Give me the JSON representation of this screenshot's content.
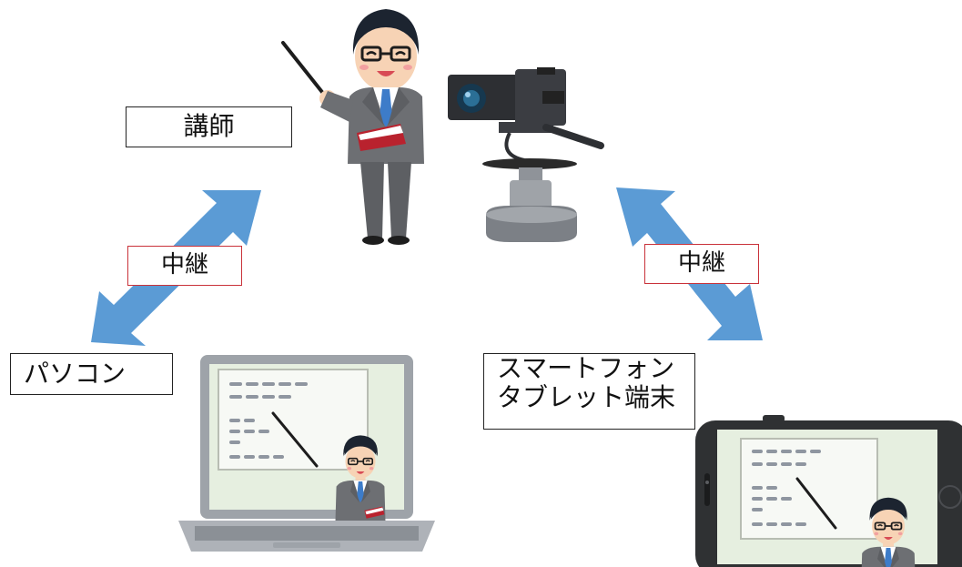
{
  "labels": {
    "teacher": "講師",
    "relay_left": "中継",
    "relay_right": "中継",
    "pc": "パソコン",
    "mobile_line1": "スマートフォン",
    "mobile_line2": "タブレット端末"
  },
  "colors": {
    "arrow": "#5b9bd5",
    "relay_border": "#c9323a",
    "suit": "#6d6f73",
    "device_frame": "#9ea3a9",
    "phone_frame": "#2f3133",
    "screen_bg": "#e6efe0"
  },
  "icons": [
    "teacher-with-pointer",
    "tv-camera",
    "laptop-icon",
    "smartphone-icon"
  ]
}
